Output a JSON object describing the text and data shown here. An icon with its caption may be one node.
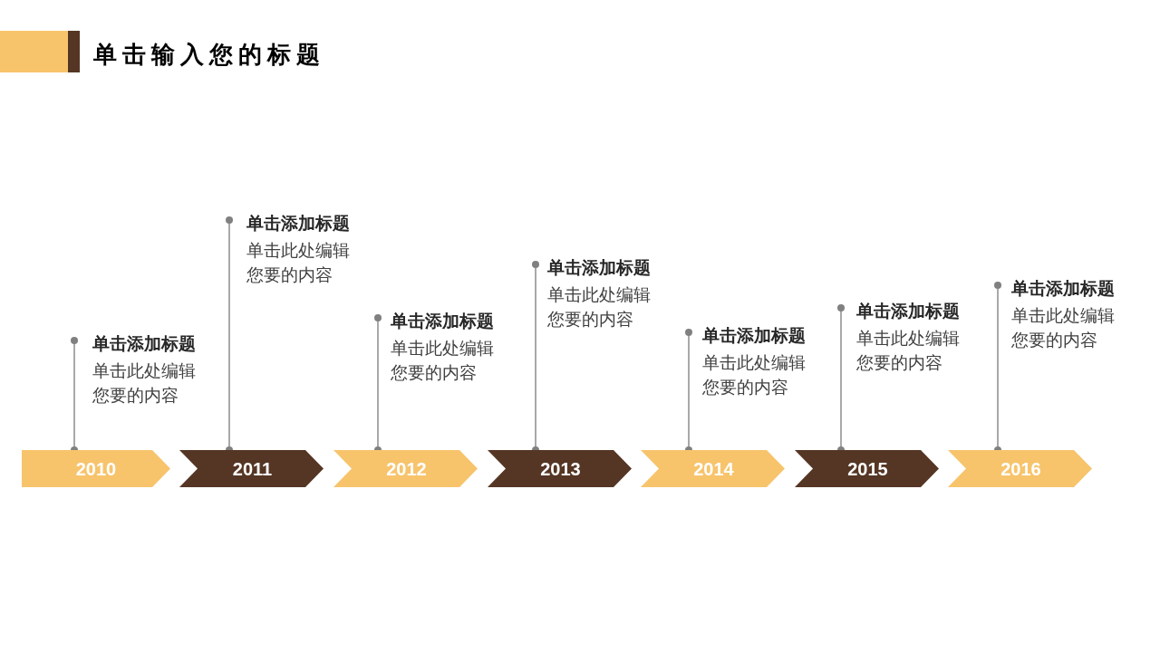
{
  "diagram": {
    "title": "单击输入您的标题",
    "nodes": [
      {
        "text": [
          "2010"
        ]
      },
      {
        "text": [
          "2011"
        ]
      },
      {
        "text": [
          "2012"
        ]
      },
      {
        "text": [
          "2013"
        ]
      },
      {
        "text": [
          "2014"
        ]
      },
      {
        "text": [
          "2015"
        ]
      },
      {
        "text": [
          "2016"
        ]
      },
      {
        "text": [
          "单击添加标题",
          "单击此处编辑您要的内容"
        ]
      },
      {
        "text": [
          "单击添加标题",
          "单击此处编辑您要的内容"
        ]
      },
      {
        "text": [
          "单击添加标题",
          "单击此处编辑您要的内容"
        ]
      },
      {
        "text": [
          "单击添加标题",
          "单击此处编辑您要的内容"
        ]
      },
      {
        "text": [
          "单击添加标题",
          "单击此处编辑您要的内容"
        ]
      },
      {
        "text": [
          "单击添加标题",
          "单击此处编辑您要的内容"
        ]
      },
      {
        "text": [
          "单击添加标题",
          "单击此处编辑您要的内容"
        ]
      }
    ],
    "edges": [
      {
        "from": 7,
        "to": 0,
        "arrow": "other"
      },
      {
        "from": 8,
        "to": 1,
        "arrow": "other"
      },
      {
        "from": 9,
        "to": 2,
        "arrow": "other"
      },
      {
        "from": 10,
        "to": 3,
        "arrow": "other"
      },
      {
        "from": 11,
        "to": 4,
        "arrow": "other"
      },
      {
        "from": 12,
        "to": 5,
        "arrow": "other"
      },
      {
        "from": 13,
        "to": 6,
        "arrow": "other"
      }
    ]
  }
}
